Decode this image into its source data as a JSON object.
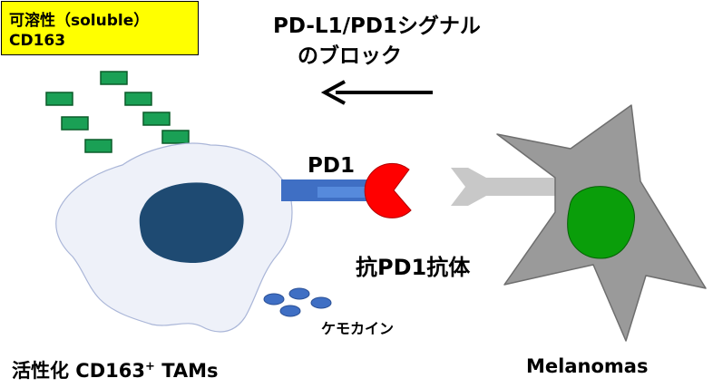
{
  "soluble_label": {
    "line1": "可溶性（soluble）",
    "line2": "CD163"
  },
  "blockade_label": {
    "line1": "PD-L1/PD1シグナル",
    "line2": "のブロック"
  },
  "pd1_label": "PD1",
  "antibody_label": "抗PD1抗体",
  "chemokine_label": "ケモカイン",
  "tam_label": {
    "prefix": "活性化 CD163",
    "sup": "+",
    "suffix": " TAMs"
  },
  "melanoma_label": "Melanomas",
  "colors": {
    "soluble_box": "#ffff00",
    "soluble_cd163": "#1aa055",
    "tam_body": "#eef1f9",
    "tam_nucleus": "#1e4a72",
    "pd1_receptor": "#3f6fc4",
    "antibody": "#ff0000",
    "pdl1": "#c8c8c8",
    "melanoma_body": "#9a9a9a",
    "melanoma_nucleus": "#0a9e0a",
    "chemokine": "#3f6fc4"
  },
  "icons": [
    "soluble-cd163-molecule",
    "tam-cell",
    "pd1-receptor",
    "anti-pd1-antibody",
    "pd-l1-ligand",
    "melanoma-cell",
    "chemokine-dot",
    "block-arrow"
  ]
}
